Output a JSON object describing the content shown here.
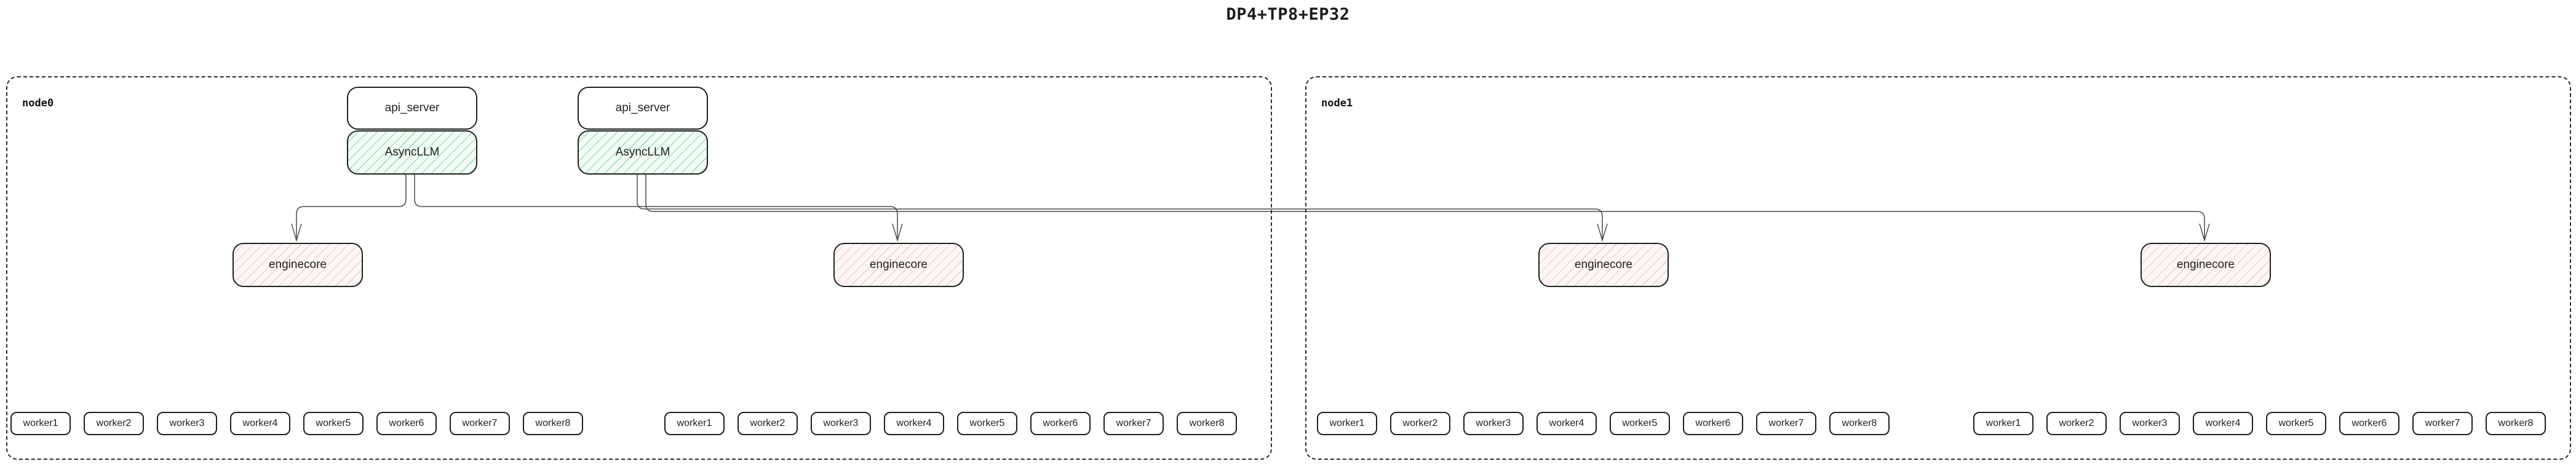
{
  "title": "DP4+TP8+EP32",
  "node0": {
    "label": "node0",
    "stack1": {
      "api_server": "api_server",
      "asyncllm": "AsyncLLM"
    },
    "stack2": {
      "api_server": "api_server",
      "asyncllm": "AsyncLLM"
    },
    "enginecore1": "enginecore",
    "enginecore2": "enginecore",
    "workers_a": [
      "worker1",
      "worker2",
      "worker3",
      "worker4",
      "worker5",
      "worker6",
      "worker7",
      "worker8"
    ],
    "workers_b": [
      "worker1",
      "worker2",
      "worker3",
      "worker4",
      "worker5",
      "worker6",
      "worker7",
      "worker8"
    ]
  },
  "node1": {
    "label": "node1",
    "enginecore1": "enginecore",
    "enginecore2": "enginecore",
    "workers_a": [
      "worker1",
      "worker2",
      "worker3",
      "worker4",
      "worker5",
      "worker6",
      "worker7",
      "worker8"
    ],
    "workers_b": [
      "worker1",
      "worker2",
      "worker3",
      "worker4",
      "worker5",
      "worker6",
      "worker7",
      "worker8"
    ]
  },
  "colors": {
    "box_border": "#1f1f1f",
    "node_border_dashed": "#2b2b2b",
    "edge_line": "#4a4a4a",
    "asyncllm_fill": "#f3fbf6",
    "asyncllm_hatch": "#71d398",
    "enginecore_fill": "#fdf8f7",
    "enginecore_hatch": "#ee9e98"
  }
}
